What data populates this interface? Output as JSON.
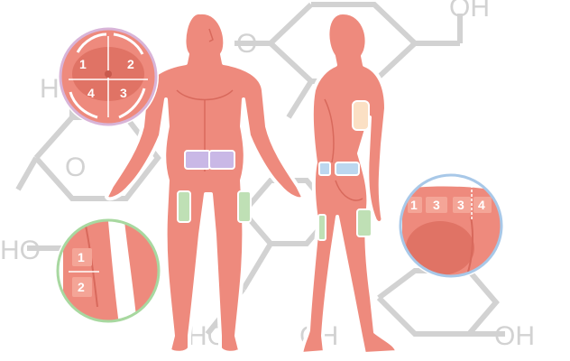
{
  "background": {
    "color": "#ffffff",
    "molecule_color": "#d2d2d2",
    "labels": {
      "oh_top": "OH",
      "oh_left": "HO",
      "oh_bottom_mid": "HO",
      "oh_bottom_right": "OH",
      "h_left": "H",
      "o_ring_1": "O",
      "o_ring_2": "O",
      "ch_bottom": "CH"
    }
  },
  "figures": {
    "skin_color": "#ee8a7d",
    "outline_color": "#ffffff",
    "front_view": {
      "sites": [
        {
          "name": "abdomen-left",
          "color": "#c9b8e6"
        },
        {
          "name": "abdomen-right",
          "color": "#c9b8e6"
        },
        {
          "name": "thigh-left",
          "color": "#bfe0b5"
        },
        {
          "name": "thigh-right",
          "color": "#bfe0b5"
        }
      ]
    },
    "back_view": {
      "sites": [
        {
          "name": "upper-arm",
          "color": "#fbe0c4"
        },
        {
          "name": "buttock-upper",
          "color": "#bcd7ef"
        },
        {
          "name": "thigh-lateral",
          "color": "#bfe0b5"
        }
      ]
    }
  },
  "insets": {
    "abdomen": {
      "border_color": "#d8b4d8",
      "quadrants": [
        "1",
        "2",
        "4",
        "3"
      ]
    },
    "thigh": {
      "border_color": "#a8d8a0",
      "zones": [
        "1",
        "2"
      ]
    },
    "buttock": {
      "border_color": "#a8c8e8",
      "zones": [
        "1",
        "3",
        "3",
        "4"
      ]
    }
  }
}
